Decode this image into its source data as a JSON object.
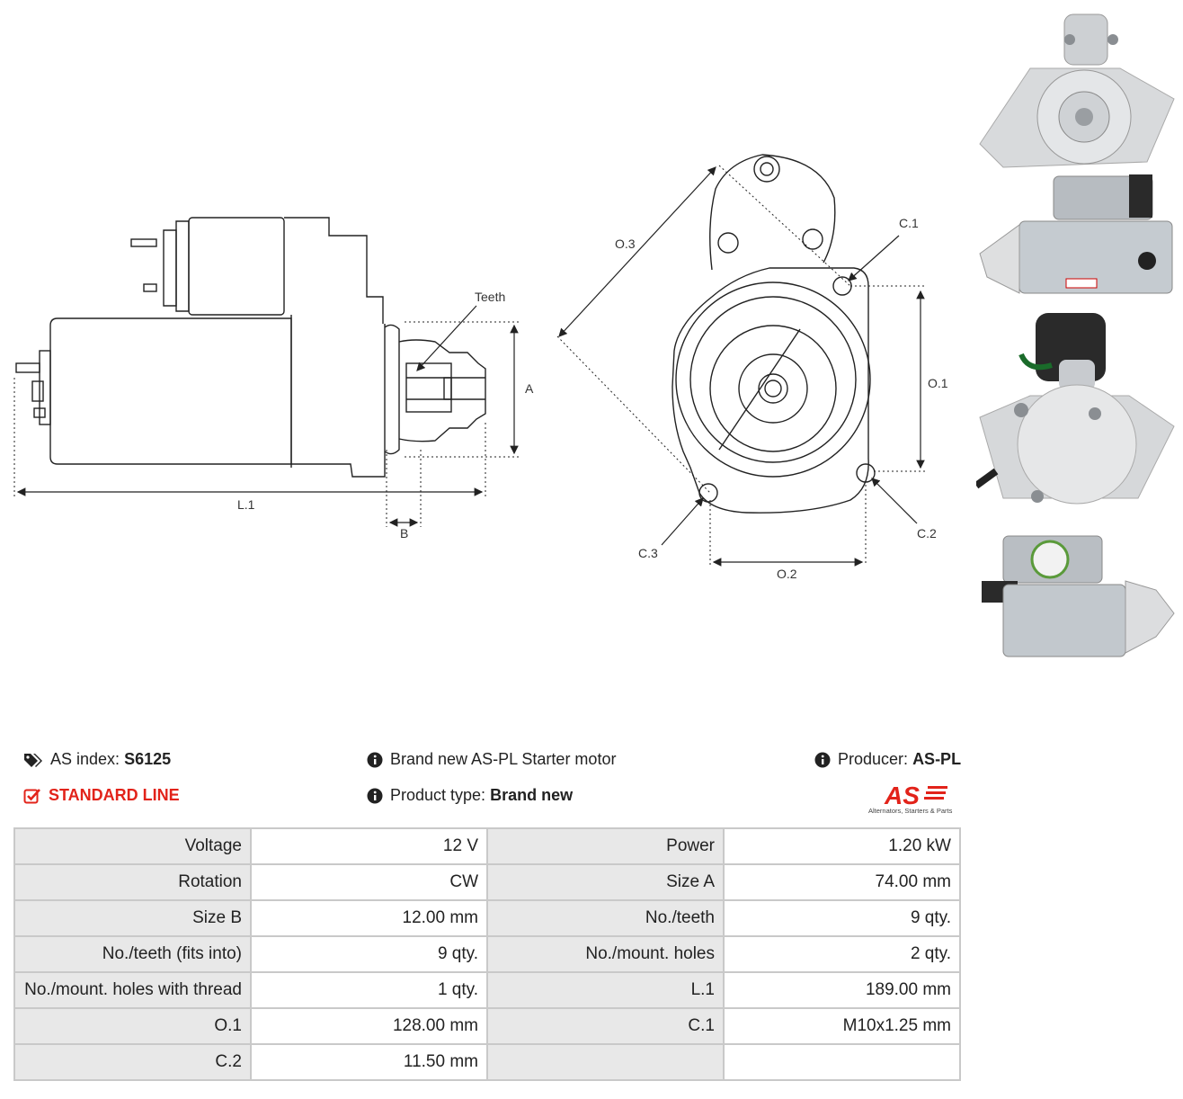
{
  "drawing": {
    "labels": {
      "teeth": "Teeth",
      "a": "A",
      "l1": "L.1",
      "b": "B",
      "o3": "O.3",
      "c1": "C.1",
      "o1": "O.1",
      "c2": "C.2",
      "c3": "C.3",
      "o2": "O.2"
    }
  },
  "info": {
    "as_index_label": "AS index:",
    "as_index_value": "S6125",
    "line_label": "STANDARD LINE",
    "description": "Brand new AS-PL Starter motor",
    "product_type_label": "Product type:",
    "product_type_value": "Brand new",
    "producer_label": "Producer:",
    "producer_value": "AS-PL",
    "logo_text": "AS",
    "logo_tagline": "Alternators, Starters & Parts"
  },
  "specs": [
    [
      "Voltage",
      "12 V",
      "Power",
      "1.20 kW"
    ],
    [
      "Rotation",
      "CW",
      "Size A",
      "74.00 mm"
    ],
    [
      "Size B",
      "12.00 mm",
      "No./teeth",
      "9 qty."
    ],
    [
      "No./teeth (fits into)",
      "9 qty.",
      "No./mount. holes",
      "2 qty."
    ],
    [
      "No./mount. holes with thread",
      "1 qty.",
      "L.1",
      "189.00 mm"
    ],
    [
      "O.1",
      "128.00 mm",
      "C.1",
      "M10x1.25 mm"
    ],
    [
      "C.2",
      "11.50 mm",
      "",
      ""
    ]
  ],
  "colors": {
    "accent_red": "#e2231a",
    "key_bg": "#e8e8e8",
    "border": "#c9c9c9"
  }
}
